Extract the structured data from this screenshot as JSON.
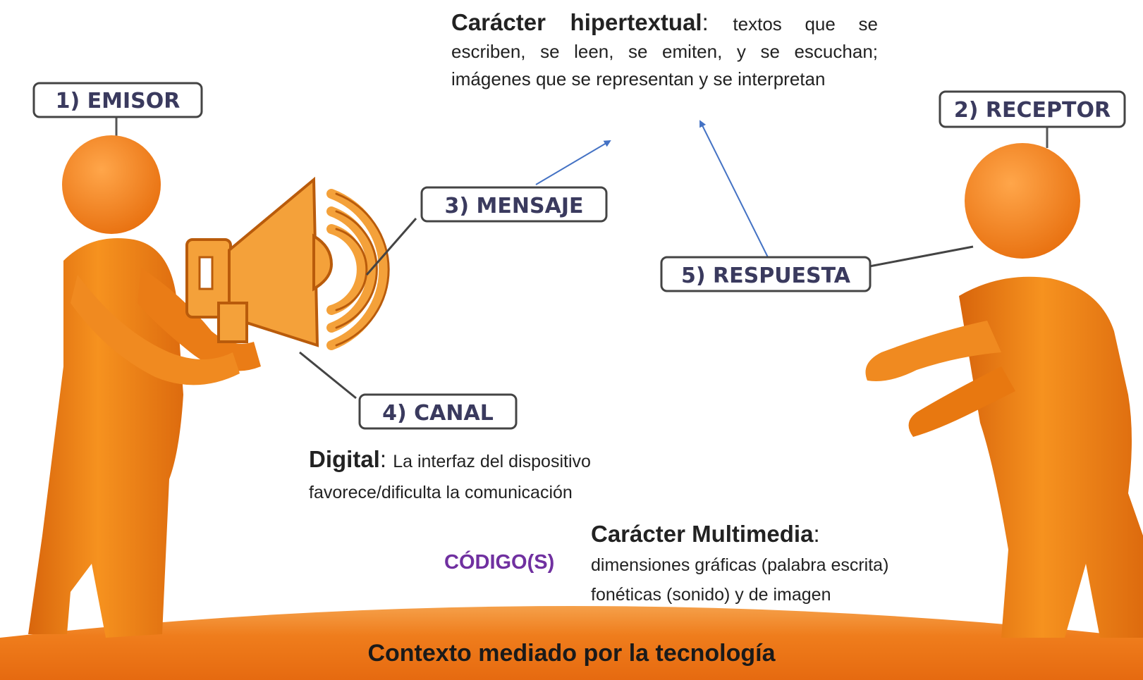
{
  "labels": {
    "emisor": "1) EMISOR",
    "receptor": "2) RECEPTOR",
    "mensaje": "3) MENSAJE",
    "canal": "4) CANAL",
    "respuesta": "5) RESPUESTA"
  },
  "hipertextual": {
    "title": "Carácter hipertextual",
    "sep": ": ",
    "body": "textos que se escriben, se leen, se emiten, y se escuchan; imágenes que se representan y se interpretan"
  },
  "digital": {
    "title": "Digital",
    "sep": ": ",
    "line1": "La interfaz del dispositivo",
    "line2": "favorece/dificulta la comunicación"
  },
  "multimedia": {
    "title": "Carácter Multimedia",
    "sep": ":",
    "line1": "dimensiones gráficas (palabra escrita)",
    "line2": "fonéticas (sonido) y de imagen"
  },
  "codigo": "CÓDIGO(S)",
  "contexto": "Contexto mediado por la tecnología",
  "colors": {
    "figure": "#f28a1f",
    "figure_dark": "#c9630c",
    "ground": "#f07a1a",
    "arrow": "#4472c4",
    "codigo": "#7030a0"
  }
}
